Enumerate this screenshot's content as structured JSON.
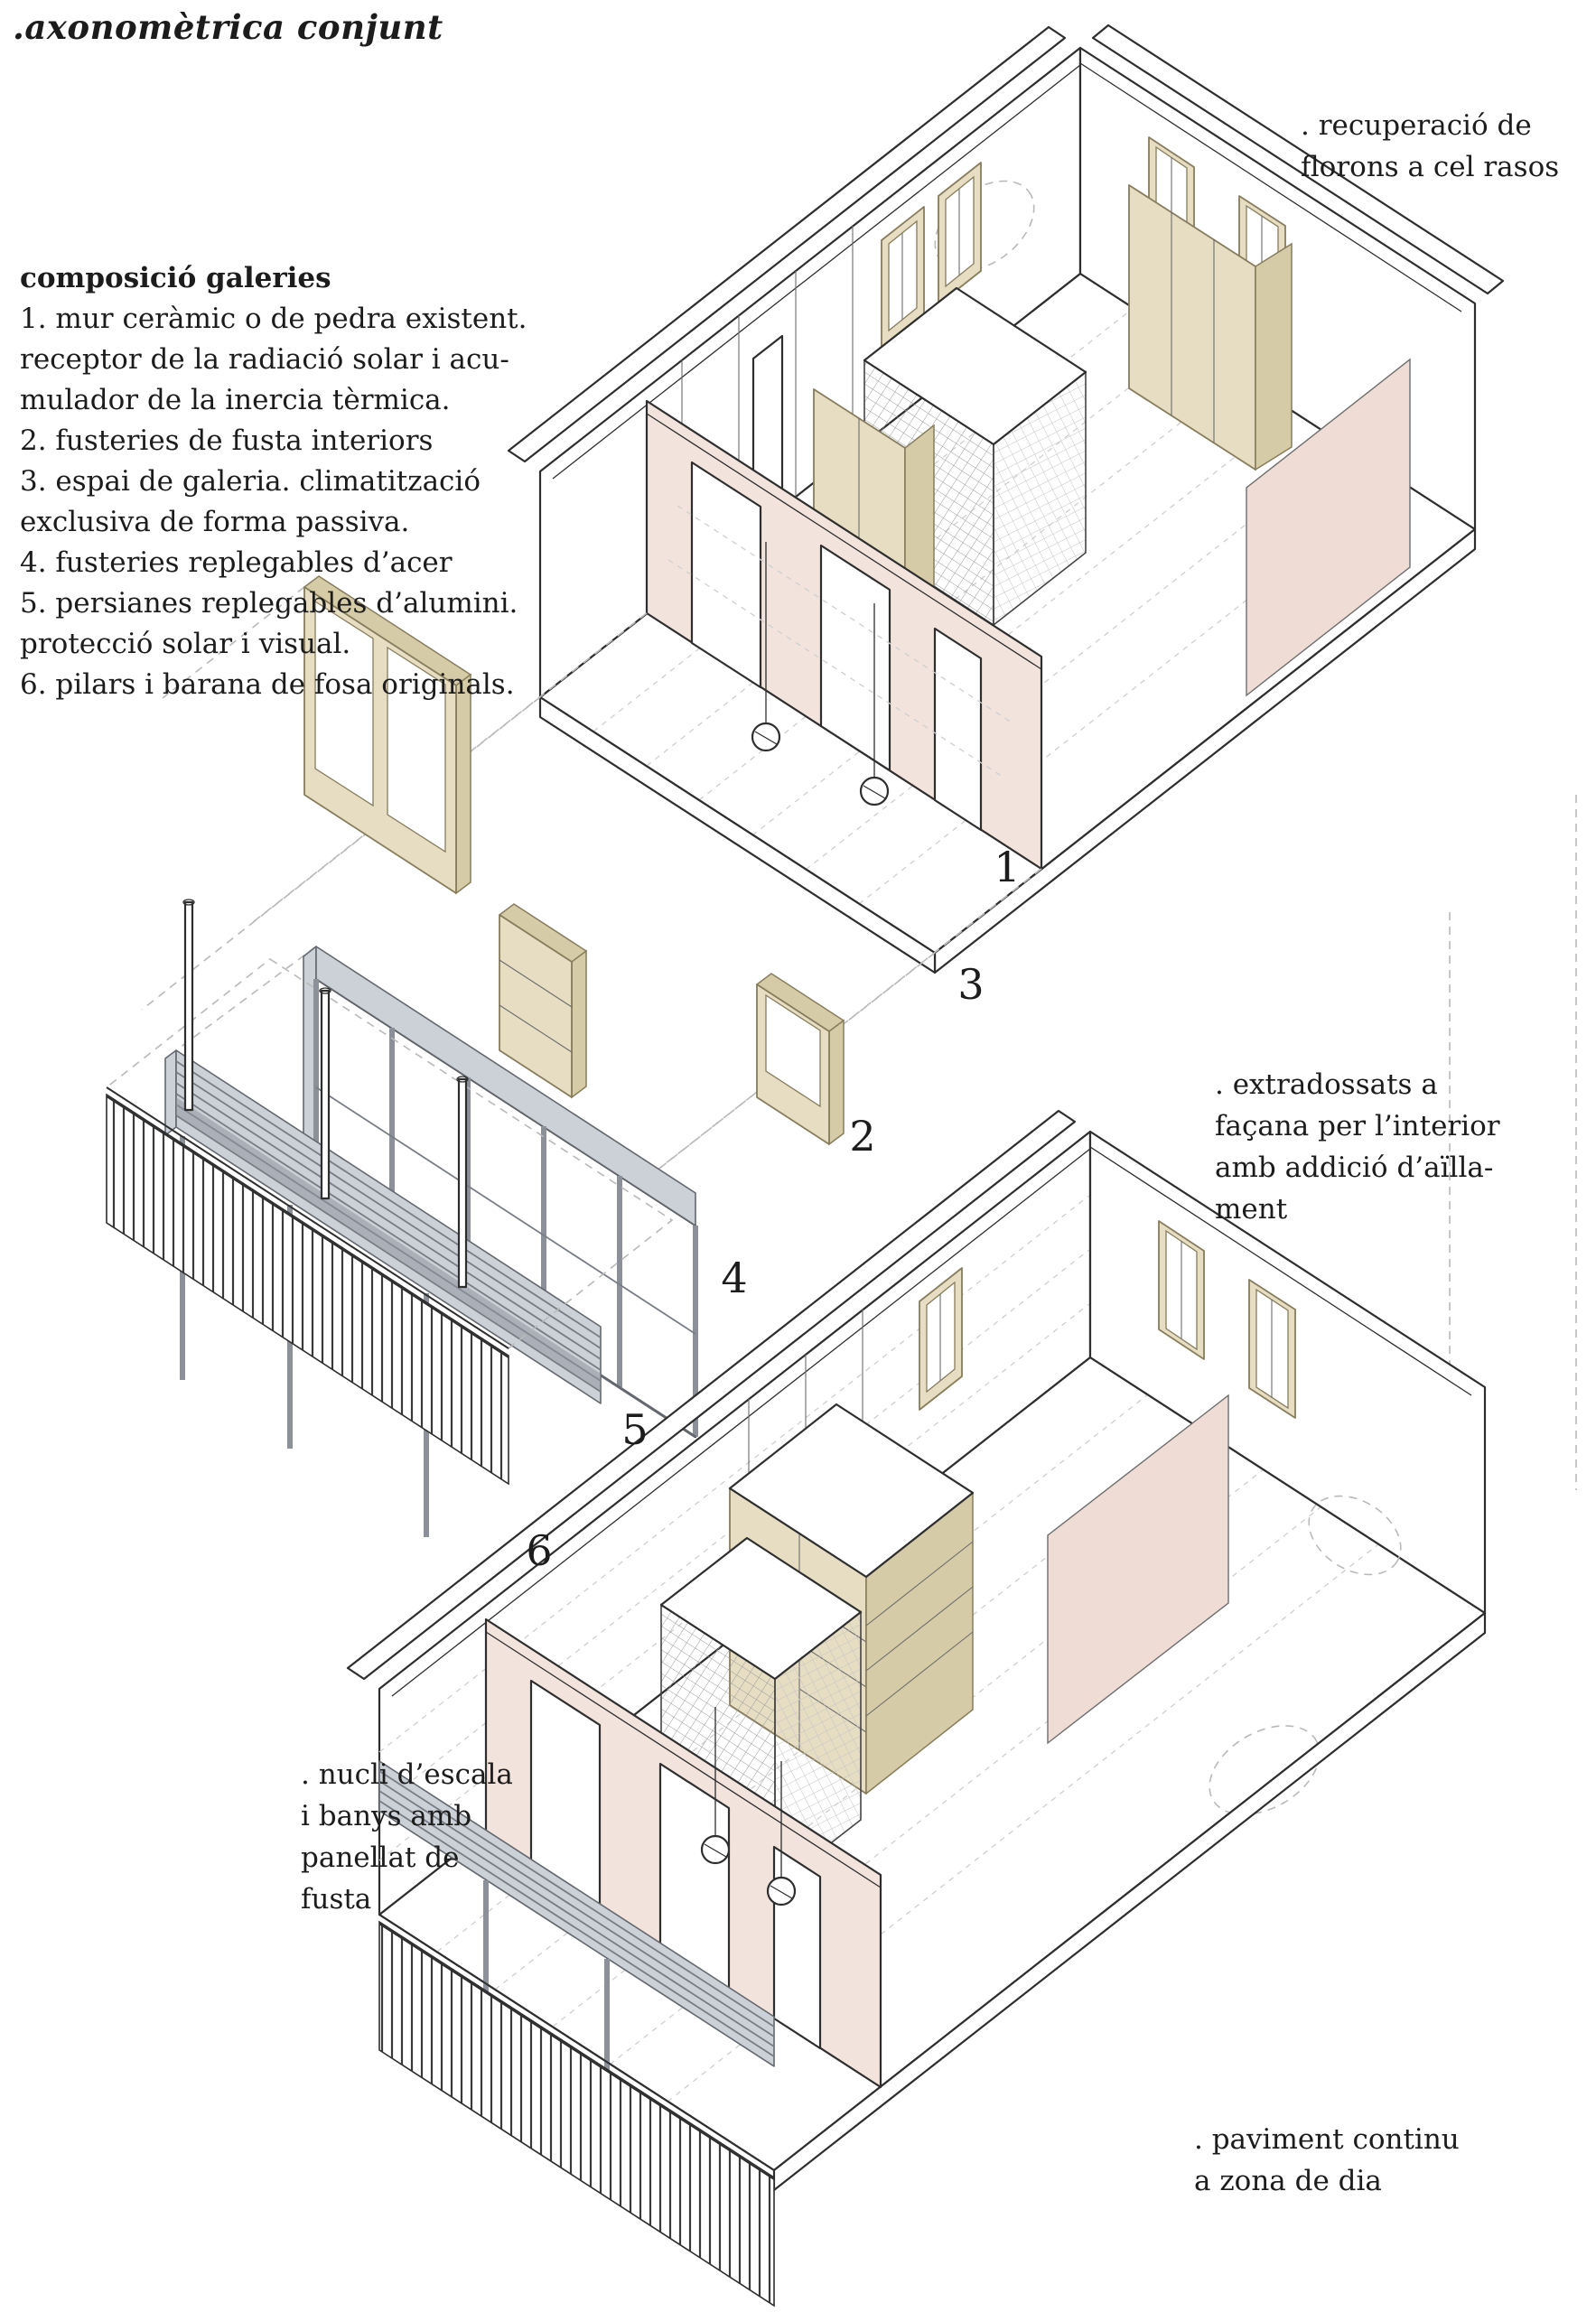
{
  "title": ".axonomètrica conjunt",
  "legend": {
    "heading": "composició galeries",
    "lines": [
      "1. mur ceràmic o de pedra existent.",
      "receptor de la radiació solar i acu-",
      "mulador de la inercia tèrmica.",
      "2. fusteries de fusta interiors",
      "3. espai de galeria. climatització",
      "exclusiva de forma passiva.",
      "4. fusteries replegables d’acer",
      "5. persianes replegables d’alumini.",
      "protecció solar i visual.",
      "6. pilars i barana de fosa originals."
    ]
  },
  "annotations": {
    "top_right": {
      "lines": [
        ". recuperació de",
        "florons a cel rasos"
      ]
    },
    "mid_right": {
      "lines": [
        ". extradossats a",
        "façana per l’interior",
        "amb addició d’aïlla-",
        "ment"
      ]
    },
    "bottom_left": {
      "lines": [
        ". nucli d’escala",
        "i banys amb",
        "panellat de",
        "fusta"
      ]
    },
    "bottom_right": {
      "lines": [
        ". paviment continu",
        "a zona de dia"
      ]
    }
  },
  "numbers": {
    "n1": "1",
    "n2": "2",
    "n3": "3",
    "n4": "4",
    "n5": "5",
    "n6": "6"
  },
  "colors": {
    "wall_pink": "#f3e3dd",
    "wood_beige": "#e6ddc2",
    "steel_grey": "#ccd1d8",
    "line_black": "#2e2e2e",
    "dash_grey": "#b9b9b9"
  }
}
